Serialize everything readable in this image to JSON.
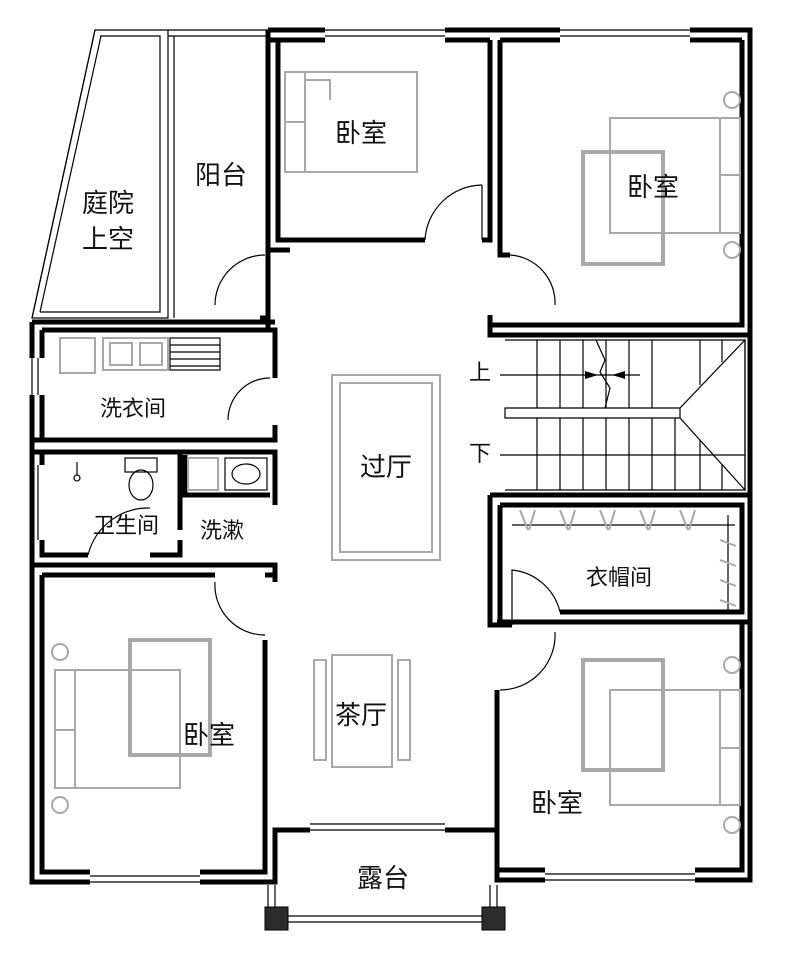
{
  "rooms": {
    "courtyard_void": [
      "庭院",
      "上空"
    ],
    "balcony": "阳台",
    "bedroom_top_left": "卧室",
    "bedroom_top_right": "卧室",
    "laundry": "洗衣间",
    "bathroom": "卫生间",
    "washroom": "洗漱",
    "hall": "过厅",
    "stair_up": "上",
    "stair_down": "下",
    "cloakroom": "衣帽间",
    "bedroom_bottom_left": "卧室",
    "tea_room": "茶厅",
    "bedroom_bottom_right": "卧室",
    "terrace": "露台"
  }
}
